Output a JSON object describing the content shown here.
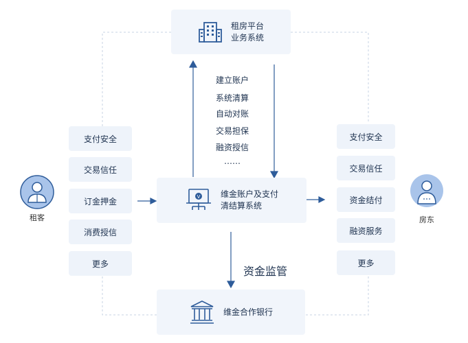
{
  "platform": {
    "line1": "租房平台",
    "line2": "业务系统"
  },
  "center": {
    "line1": "维金账户及支付",
    "line2": "清结算系统"
  },
  "bank": {
    "label": "维金合作银行"
  },
  "supervision": {
    "label": "资金监管"
  },
  "features": [
    "建立账户",
    "系统清算",
    "自动对账",
    "交易担保",
    "融资授信",
    "……"
  ],
  "tenant": {
    "label": "租客",
    "items": [
      "支付安全",
      "交易信任",
      "订金押金",
      "消费授信",
      "更多"
    ]
  },
  "landlord": {
    "label": "房东",
    "items": [
      "支付安全",
      "交易信任",
      "资金结付",
      "融资服务",
      "更多"
    ]
  },
  "colors": {
    "accent": "#2e5c9a",
    "box_bg": "#f1f5fb",
    "dashed": "#c7d3e3",
    "avatar_bg": "#a9c4ea"
  },
  "icons": [
    "building-icon",
    "terminal-icon",
    "bank-icon",
    "user-avatar-icon"
  ]
}
